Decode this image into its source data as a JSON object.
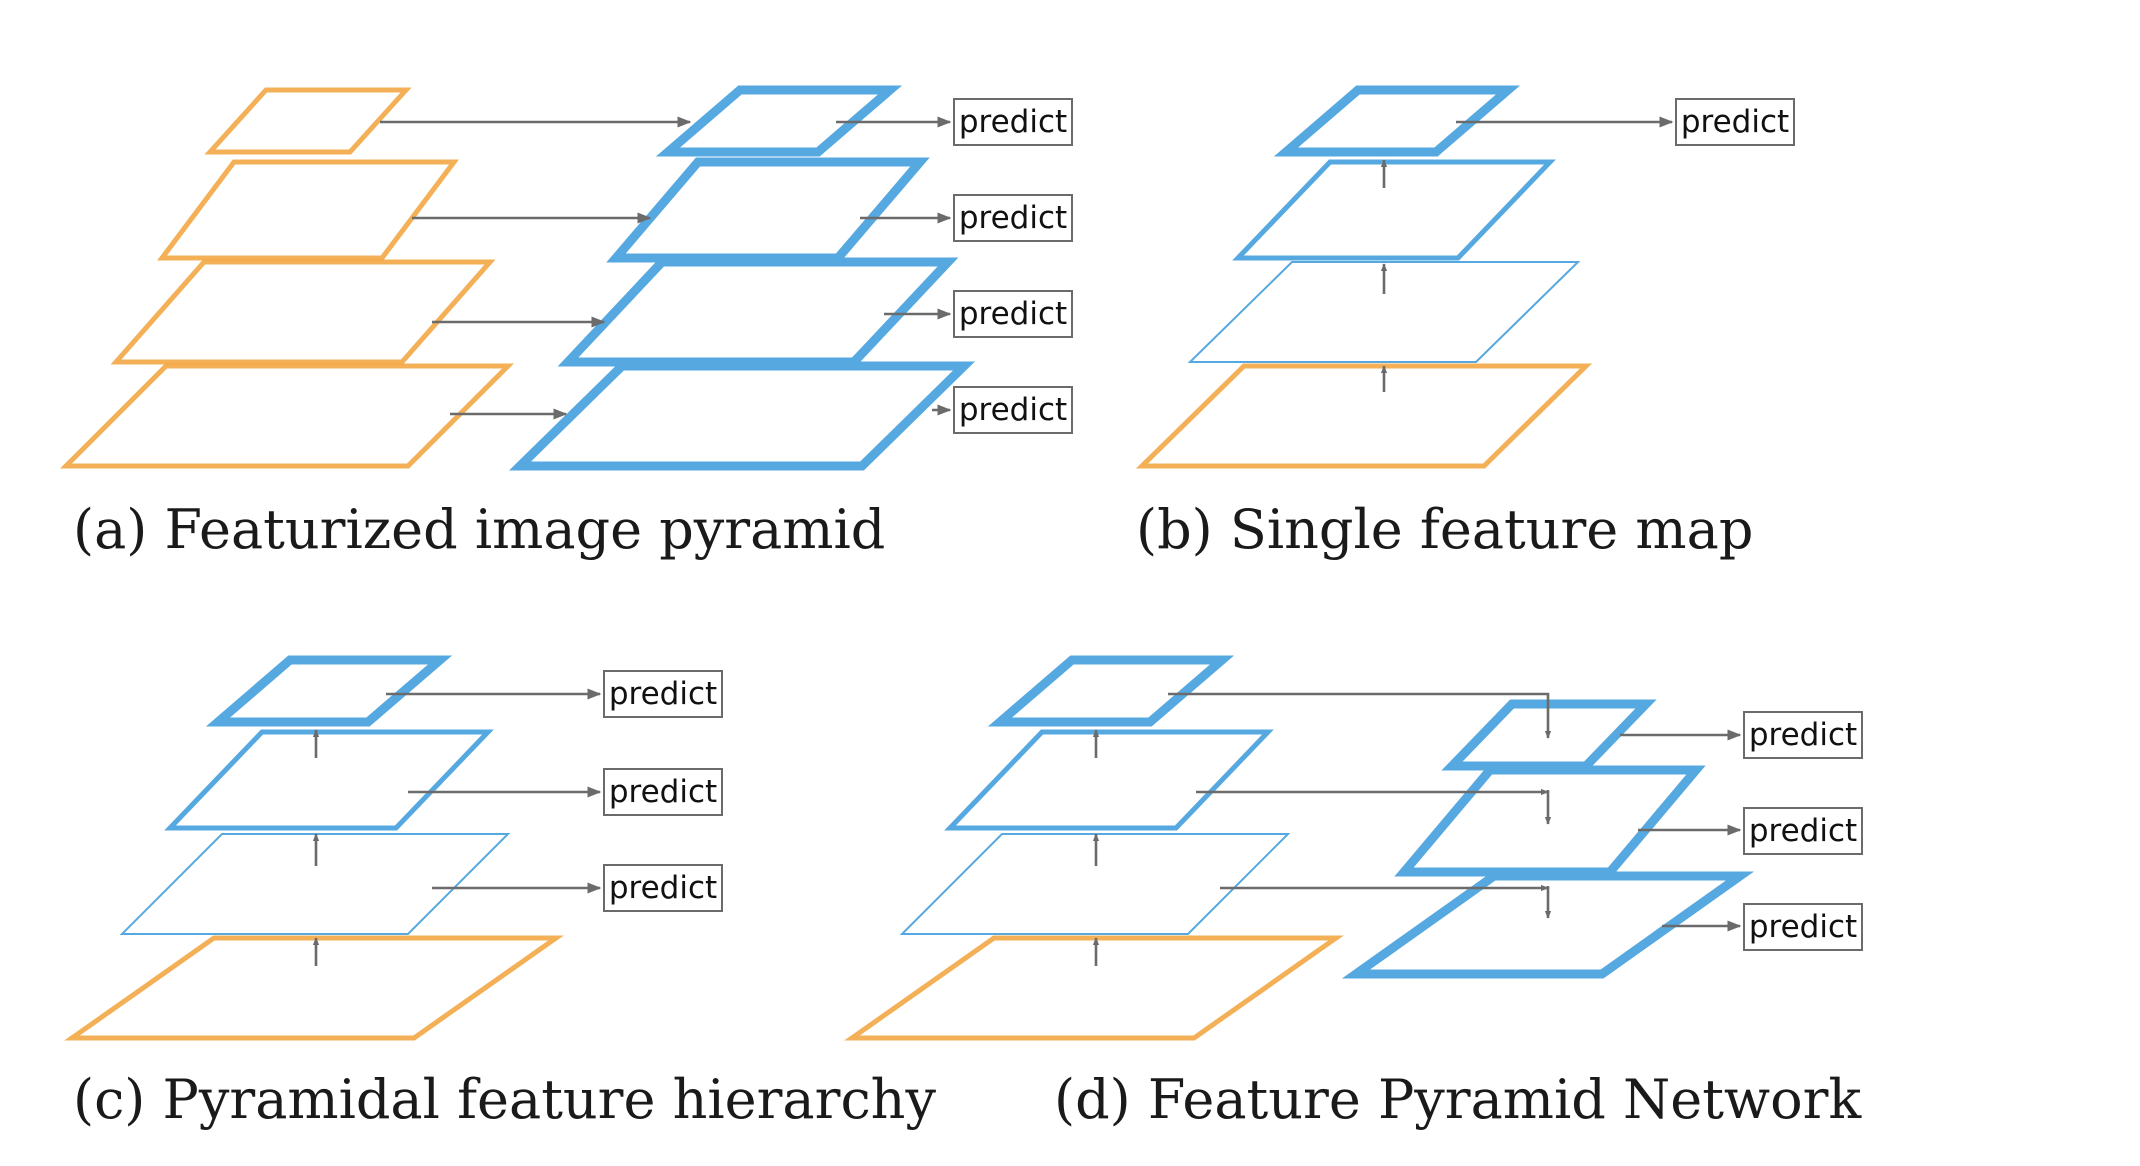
{
  "colors": {
    "feature_blue": "#56a8e0",
    "image_orange": "#f2a23a",
    "arrow_gray": "#6b6b6b"
  },
  "predict_label": "predict",
  "panels": [
    {
      "id": "a",
      "caption": "(a) Featurized image pyramid"
    },
    {
      "id": "b",
      "caption": "(b) Single feature map"
    },
    {
      "id": "c",
      "caption": "(c) Pyramidal feature hierarchy"
    },
    {
      "id": "d",
      "caption": "(d) Feature Pyramid Network"
    }
  ]
}
